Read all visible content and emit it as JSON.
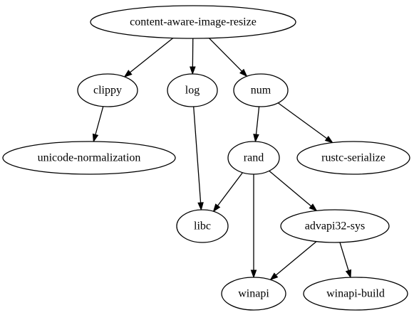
{
  "graph": {
    "nodes": [
      {
        "id": "content-aware-image-resize",
        "label": "content-aware-image-resize"
      },
      {
        "id": "clippy",
        "label": "clippy"
      },
      {
        "id": "log",
        "label": "log"
      },
      {
        "id": "num",
        "label": "num"
      },
      {
        "id": "unicode-normalization",
        "label": "unicode-normalization"
      },
      {
        "id": "rand",
        "label": "rand"
      },
      {
        "id": "rustc-serialize",
        "label": "rustc-serialize"
      },
      {
        "id": "libc",
        "label": "libc"
      },
      {
        "id": "advapi32-sys",
        "label": "advapi32-sys"
      },
      {
        "id": "winapi",
        "label": "winapi"
      },
      {
        "id": "winapi-build",
        "label": "winapi-build"
      }
    ],
    "edges": [
      {
        "from": "content-aware-image-resize",
        "to": "clippy"
      },
      {
        "from": "content-aware-image-resize",
        "to": "log"
      },
      {
        "from": "content-aware-image-resize",
        "to": "num"
      },
      {
        "from": "clippy",
        "to": "unicode-normalization"
      },
      {
        "from": "log",
        "to": "libc"
      },
      {
        "from": "num",
        "to": "rand"
      },
      {
        "from": "num",
        "to": "rustc-serialize"
      },
      {
        "from": "rand",
        "to": "libc"
      },
      {
        "from": "rand",
        "to": "winapi"
      },
      {
        "from": "rand",
        "to": "advapi32-sys"
      },
      {
        "from": "advapi32-sys",
        "to": "winapi"
      },
      {
        "from": "advapi32-sys",
        "to": "winapi-build"
      }
    ]
  }
}
